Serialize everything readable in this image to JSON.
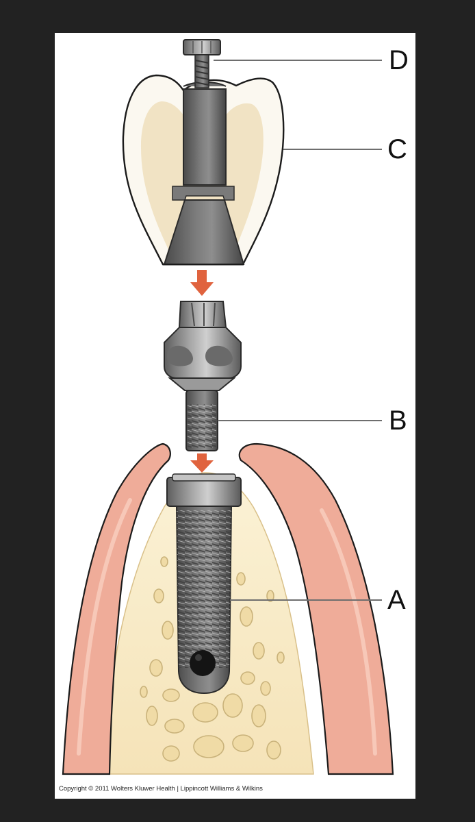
{
  "labels": {
    "a": "A",
    "b": "B",
    "c": "C",
    "d": "D"
  },
  "copyright": "Copyright © 2011 Wolters Kluwer Health | Lippincott Williams & Wilkins",
  "colors": {
    "background": "#222222",
    "panel": "#ffffff",
    "gum": "#eeaa98",
    "bone": "#f8ecc6",
    "bone_pore": "#f3dfae",
    "metal": "#8a8a8a",
    "metal_dark": "#5d5d5d",
    "crown_enamel": "#fbf8f0",
    "crown_dentin": "#f1e3c4",
    "arrow": "#e0633e"
  }
}
